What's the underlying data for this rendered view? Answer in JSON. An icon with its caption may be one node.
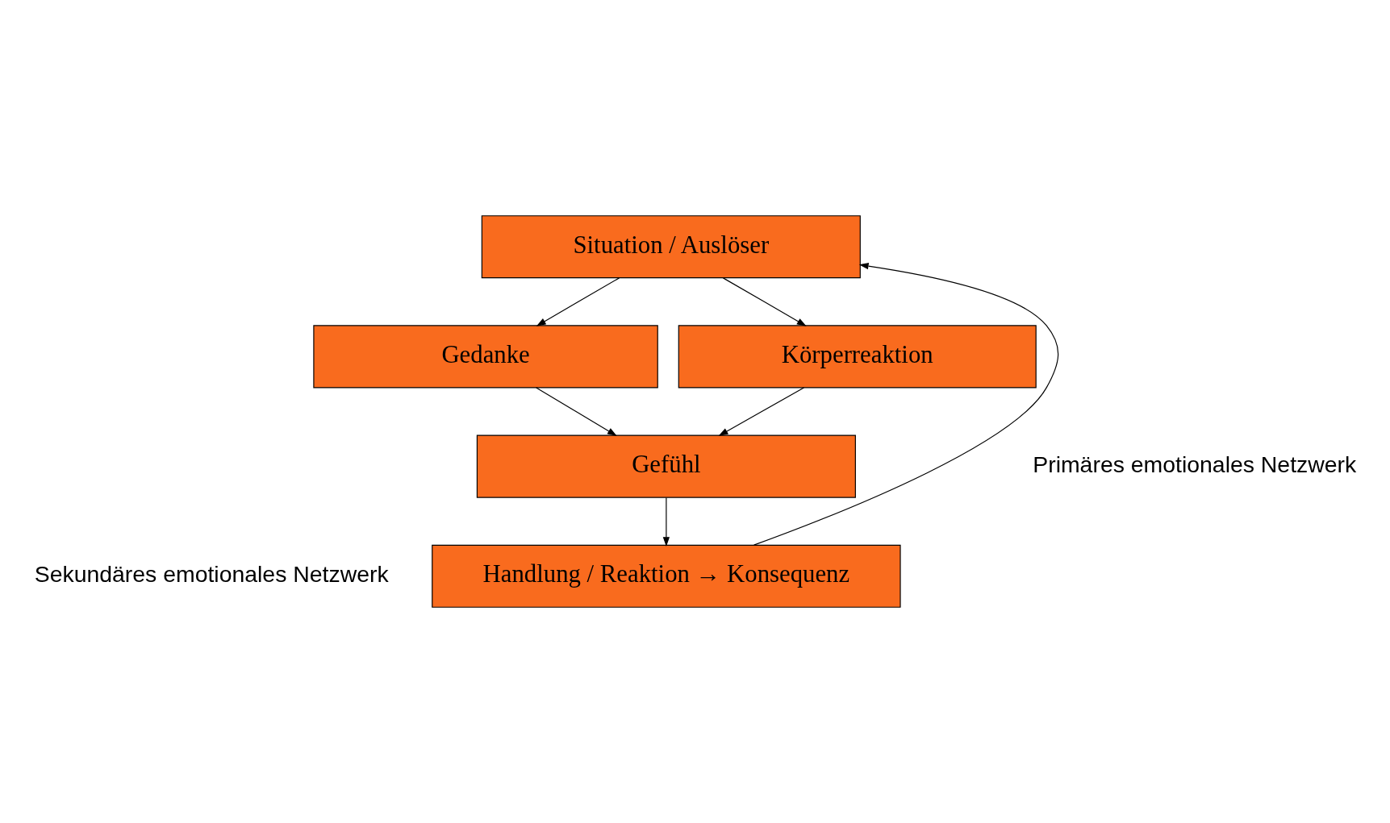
{
  "diagram": {
    "nodes": [
      {
        "text": [
          "Situation / Auslöser"
        ]
      },
      {
        "text": [
          "Gedanke"
        ]
      },
      {
        "text": [
          "Körperreaktion"
        ]
      },
      {
        "text": [
          "Gefühl"
        ]
      },
      {
        "text": [
          "Handlung / Reaktion → Konsequenz"
        ]
      }
    ],
    "edges": [
      {
        "from": 0,
        "to": 1,
        "arrow": "to"
      },
      {
        "from": 0,
        "to": 2,
        "arrow": "to"
      },
      {
        "from": 1,
        "to": 3,
        "arrow": "to"
      },
      {
        "from": 2,
        "to": 3,
        "arrow": "to"
      },
      {
        "from": 3,
        "to": 4,
        "arrow": "to"
      },
      {
        "from": 4,
        "to": 0,
        "arrow": "to"
      }
    ],
    "labels": [
      "Primäres emotionales Netzwerk",
      "Sekundäres emotionales Netzwerk"
    ]
  }
}
